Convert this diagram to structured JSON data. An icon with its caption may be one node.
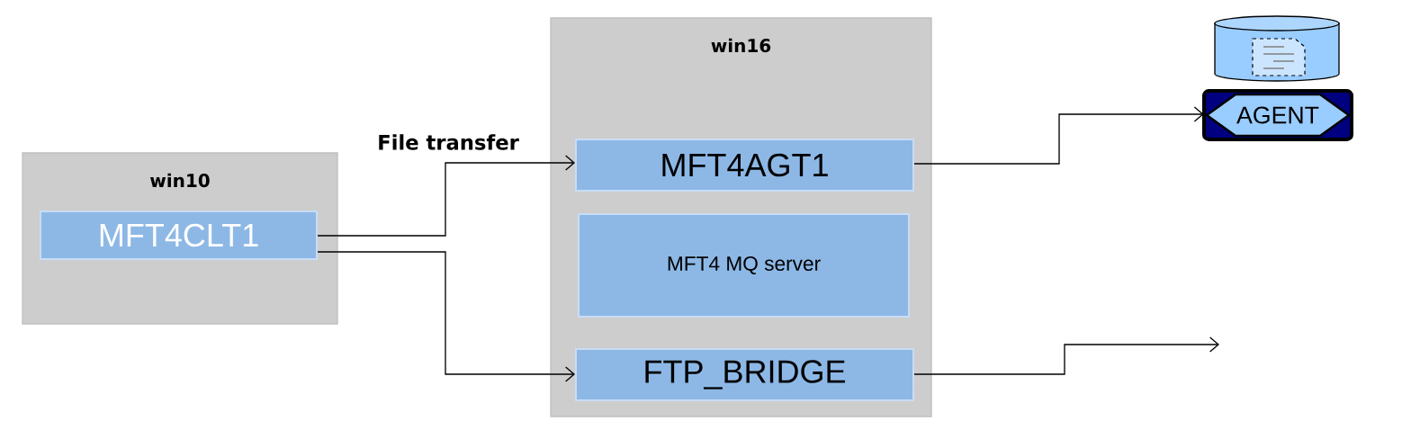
{
  "diagram": {
    "nodes": [
      {
        "text": [
          "win10"
        ]
      },
      {
        "text": [
          "MFT4CLT1"
        ],
        "in": 0
      },
      {
        "text": [
          "win16"
        ]
      },
      {
        "text": [
          "MFT4AGT1"
        ],
        "in": 2
      },
      {
        "text": [
          "MFT4 MQ server"
        ],
        "in": 2
      },
      {
        "text": [
          "FTP_BRIDGE"
        ],
        "in": 2
      },
      {
        "text": [
          "AGENT"
        ]
      }
    ],
    "edges": [
      {
        "from": 1,
        "to": 3,
        "arrow": "to",
        "label": "File transfer"
      },
      {
        "from": 1,
        "to": 5,
        "arrow": "to"
      },
      {
        "from": 3,
        "to": 6,
        "arrow": "to"
      },
      {
        "from": 5,
        "to": null,
        "arrow": "to"
      }
    ]
  }
}
